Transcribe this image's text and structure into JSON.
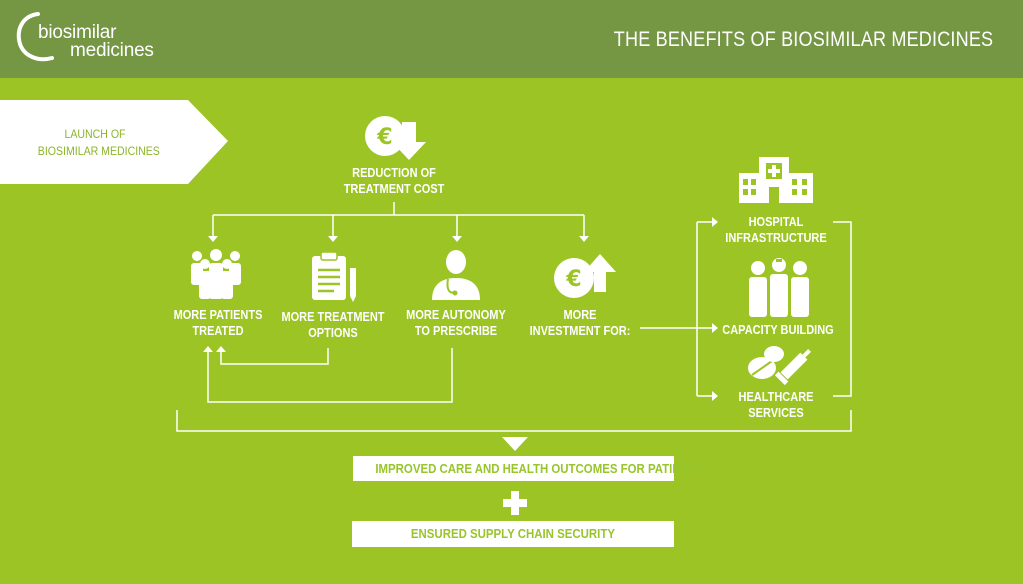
{
  "header": {
    "logo_line1": "biosimilar",
    "logo_line2": "medicines",
    "title": "THE BENEFITS OF BIOSIMILAR MEDICINES"
  },
  "launch": {
    "line1": "LAUNCH OF",
    "line2": "BIOSIMILAR MEDICINES"
  },
  "reduction": {
    "line1": "REDUCTION OF",
    "line2": "TREATMENT COST",
    "icon": "euro-down-arrow-icon"
  },
  "benefits": [
    {
      "line1": "MORE PATIENTS",
      "line2": "TREATED",
      "icon": "people-group-icon"
    },
    {
      "line1": "MORE TREATMENT",
      "line2": "OPTIONS",
      "icon": "clipboard-pen-icon"
    },
    {
      "line1": "MORE AUTONOMY",
      "line2": "TO PRESCRIBE",
      "icon": "doctor-icon"
    },
    {
      "line1": "MORE",
      "line2": "INVESTMENT FOR:",
      "icon": "euro-up-arrow-icon"
    }
  ],
  "investments": [
    {
      "line1": "HOSPITAL",
      "line2": "INFRASTRUCTURE",
      "icon": "hospital-icon"
    },
    {
      "line1": "CAPACITY BUILDING",
      "line2": "",
      "icon": "healthcare-staff-icon"
    },
    {
      "line1": "HEALTHCARE",
      "line2": "SERVICES",
      "icon": "pills-syringe-icon"
    }
  ],
  "outcomes": {
    "outcome1": "IMPROVED CARE AND HEALTH OUTCOMES FOR PATIENTS",
    "outcome2": "ENSURED SUPPLY CHAIN SECURITY"
  },
  "colors": {
    "background": "#9bc424",
    "header": "#759744",
    "text_green": "#98c52a",
    "white": "#ffffff"
  }
}
